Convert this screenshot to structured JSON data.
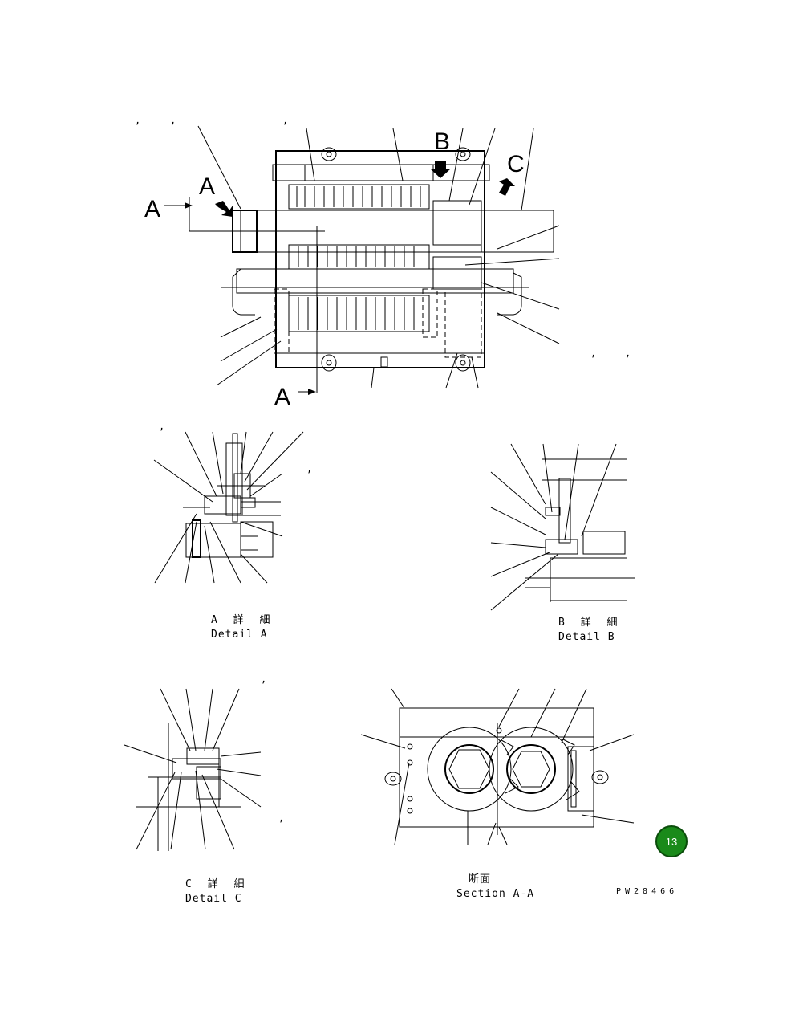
{
  "drawing": {
    "view_letters": {
      "a_left": "A",
      "a_mid": "A",
      "a_bottom": "A",
      "b": "B",
      "c": "C"
    },
    "captions": {
      "detail_a_jp": "A 詳 細",
      "detail_a": "Detail A",
      "detail_b_jp": "B 詳 細",
      "detail_b": "Detail B",
      "detail_c_jp": "C 詳 細",
      "detail_c": "Detail C",
      "section_jp": "断面",
      "section": "Section A-A"
    },
    "drawing_code": "PW28466",
    "page_badge": {
      "number": "13",
      "color": "#1a8a1a",
      "ring": "#0b4d0b"
    }
  }
}
